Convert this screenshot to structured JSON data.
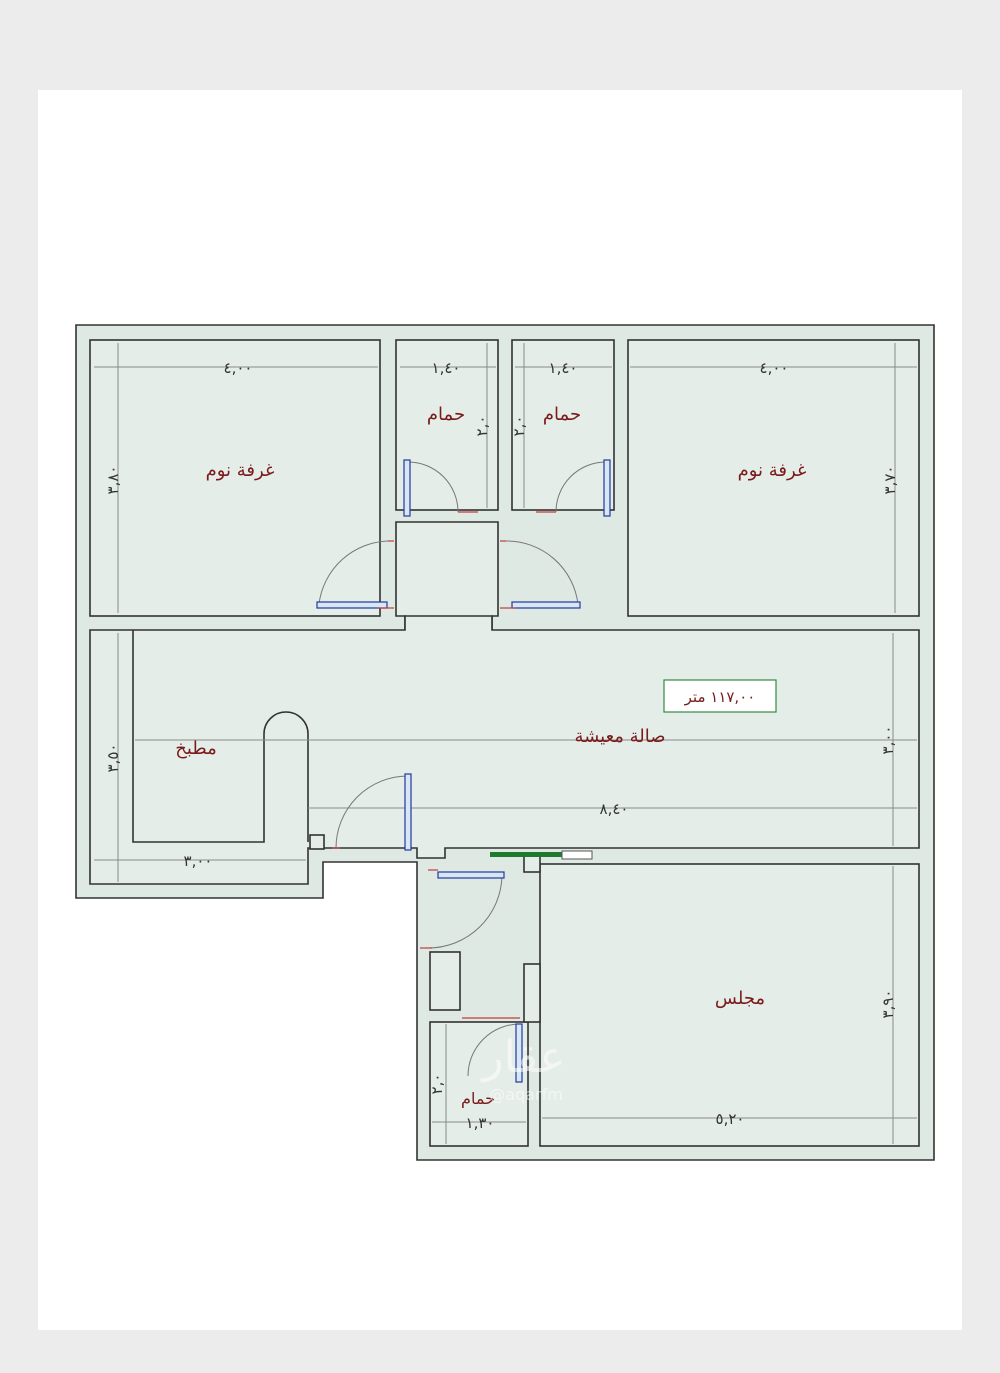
{
  "rooms": {
    "bedroom_left": "غرفة نوم",
    "bath_1": "حمام",
    "bath_2": "حمام",
    "bedroom_right": "غرفة نوم",
    "kitchen": "مطبخ",
    "living": "صالة معيشة",
    "majlis": "مجلس",
    "bath_3": "حمام"
  },
  "area_label": "١١٧,٠٠ متر",
  "dimensions": {
    "bedroom_left_width": "٤,٠٠",
    "bath_1_width": "١,٤٠",
    "bath_2_width": "١,٤٠",
    "bedroom_right_width": "٤,٠٠",
    "bedroom_left_height": "٣,٨٠",
    "bedroom_right_height": "٣,٧٠",
    "bath_1_height": "٢,٠",
    "bath_2_height": "٢,٠",
    "kitchen_height": "٣,٥٠",
    "living_length": "٨,٤٠",
    "living_height": "٣,٠٠",
    "kitchen_width": "٣,٠٠",
    "majlis_height": "٣,٩٠",
    "majlis_width": "٥,٢٠",
    "bath_3_width": "١,٣٠",
    "bath_3_height": "٢,٠"
  },
  "watermark": {
    "brand": "عقار",
    "handle": "@aqarfm"
  },
  "colors": {
    "room_fill": "#e5ede8",
    "wall_line": "#333333",
    "label_text": "#7a1b1b",
    "door_leaf": "#1f3a9e",
    "door_jamb": "#c23b3b",
    "area_box": "#2f8a44"
  }
}
